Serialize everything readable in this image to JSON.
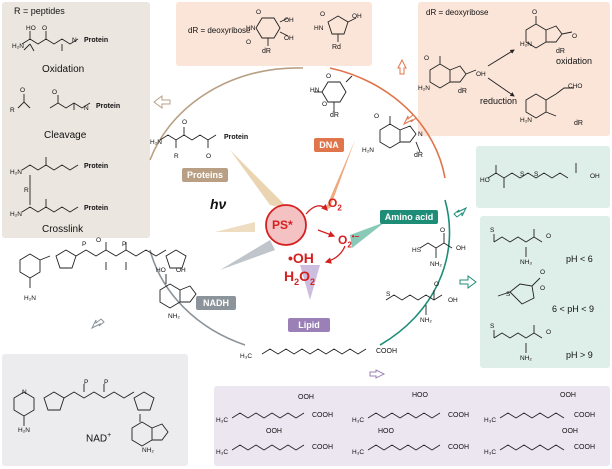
{
  "colors": {
    "proteins": "#b9a084",
    "dna": "#e0744a",
    "amino_acid": "#1d8d78",
    "nadh": "#8b949a",
    "lipid": "#9a80b6",
    "panel_protein": "#ece6e0",
    "panel_dna": "#fbe5d9",
    "panel_amino": "#deeee9",
    "panel_nad": "#ececee",
    "panel_lipid": "#ece6f1",
    "ps_red": "#d42020"
  },
  "center": {
    "hv": "hν",
    "ps": "PS*",
    "o2": "O",
    "o2_sub": "2",
    "superoxide": "O",
    "superoxide_sub": "2",
    "superoxide_sup": "•−",
    "oh": "•OH",
    "h2o2_a": "H",
    "h2o2_sub1": "2",
    "h2o2_b": "O",
    "h2o2_sub2": "2"
  },
  "targets": {
    "proteins": "Proteins",
    "dna": "DNA",
    "amino_acid": "Amino acid",
    "nadh": "NADH",
    "lipid": "Lipid"
  },
  "protein_panel": {
    "note": "R = peptides",
    "oxidation": "Oxidation",
    "cleavage": "Cleavage",
    "crosslink": "Crosslink",
    "protein_tag": "Protein"
  },
  "dna_panel": {
    "note": "dR = deoxyribose",
    "dr": "dR",
    "rd": "Rd"
  },
  "guanine_panel": {
    "note": "dR = deoxyribose",
    "oxidation": "oxidation",
    "reduction": "reduction"
  },
  "amino_panel": {
    "ph1": "pH < 6",
    "ph2": "6 < pH < 9",
    "ph3": "pH > 9"
  },
  "nad_panel": {
    "label": "NAD",
    "label_sup": "+"
  },
  "lipid_panel": {
    "cooh": "COOH",
    "ooh": "OOH",
    "hoo": "HOO"
  }
}
